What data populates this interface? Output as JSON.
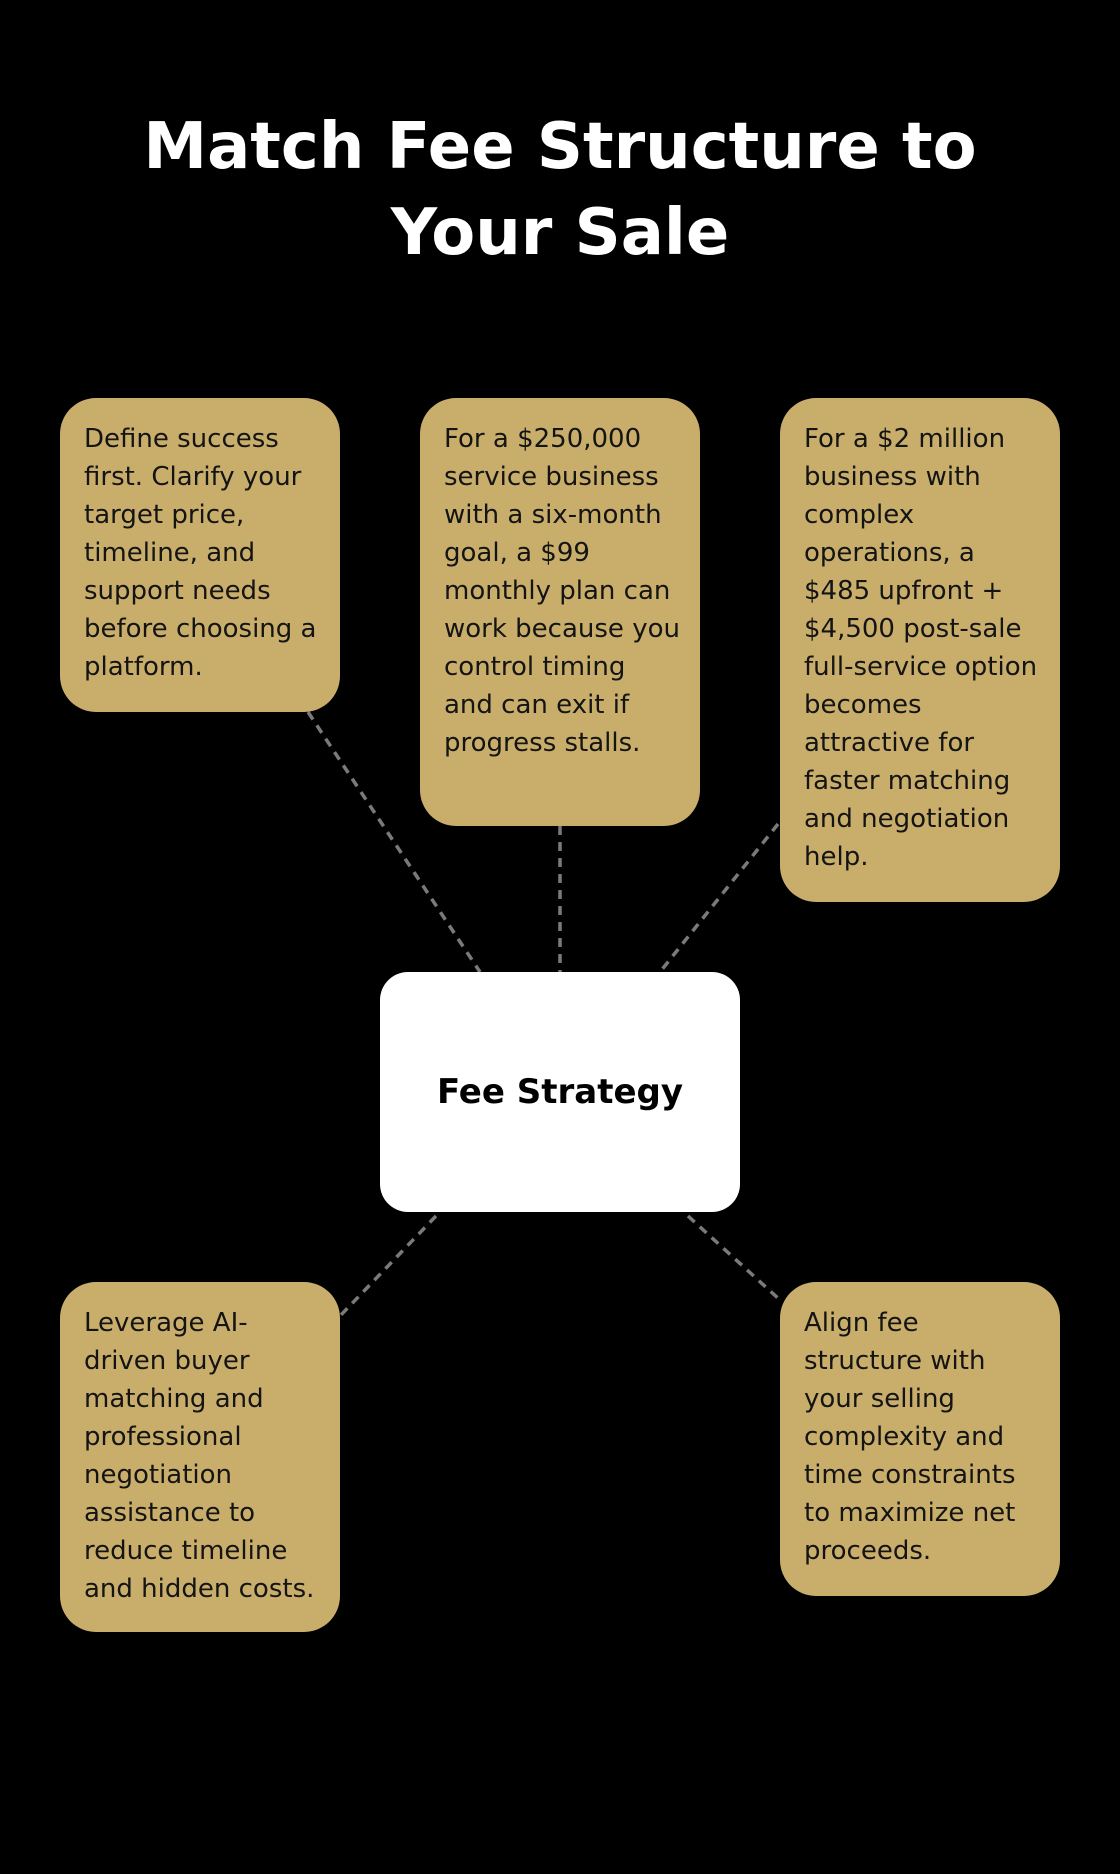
{
  "title": "Match Fee Structure to Your Sale",
  "center": {
    "label": "Fee Strategy"
  },
  "cards": [
    {
      "text": "Define success first. Clarify your target price, timeline, and support needs before choosing a platform."
    },
    {
      "text": "For a $250,000 service business with a six-month goal, a $99 monthly plan can work because you control timing and can exit if progress stalls."
    },
    {
      "text": "For a $2 million business with complex operations, a $485 upfront + $4,500 post-sale full-service option becomes attractive for faster matching and negotiation help."
    },
    {
      "text": "Leverage AI-driven buyer matching and professional negotiation assistance to reduce timeline and hidden costs."
    },
    {
      "text": "Align fee structure with your selling complexity and time constraints to maximize net proceeds."
    }
  ],
  "colors": {
    "background": "#000000",
    "card": "#c8ae6a",
    "center": "#ffffff",
    "connector": "#7a7a7a",
    "title": "#ffffff"
  }
}
